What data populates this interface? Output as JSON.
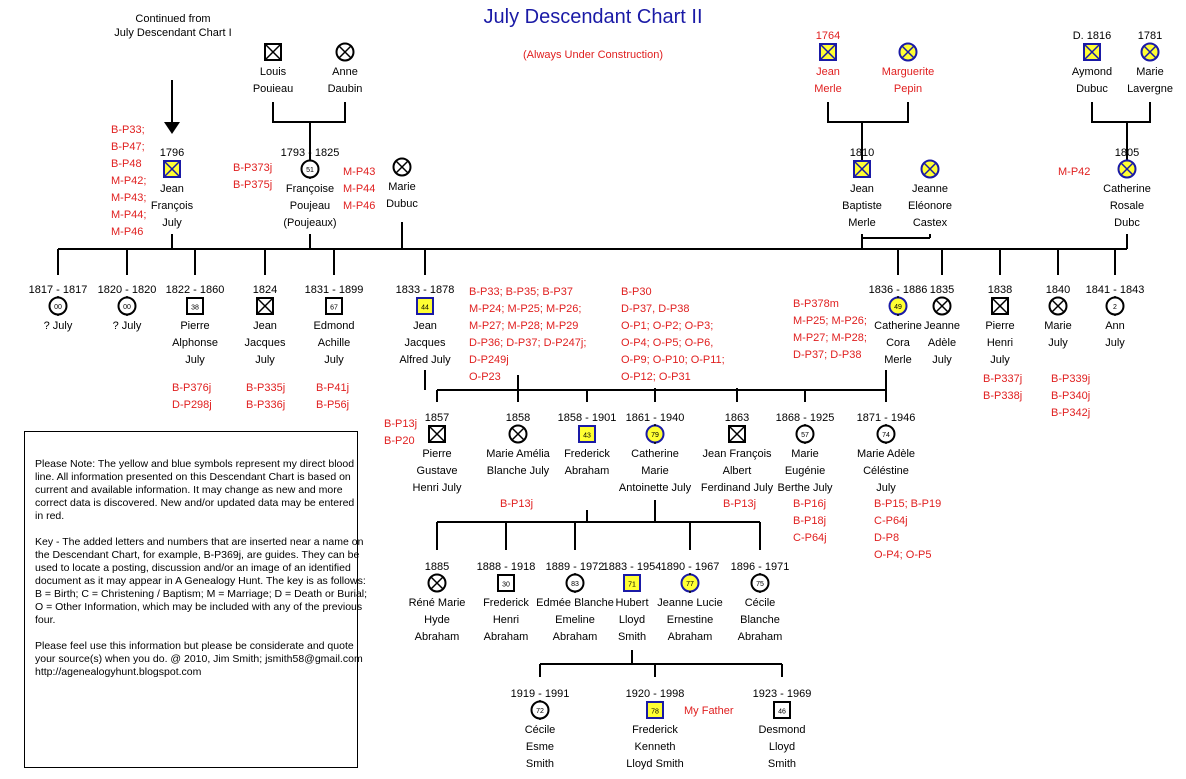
{
  "title": "July Descendant Chart II",
  "subtitle": "(Always Under Construction)",
  "continued_note": [
    "Continued from",
    "July Descendant Chart I"
  ],
  "my_father_label": "My Father",
  "colors": {
    "title": "#1a1aa6",
    "refs": "#e02020",
    "highlight": "#ffff33",
    "direct_line": "#1a1aa6"
  },
  "persons": [
    {
      "id": "louis",
      "lines": [
        "Louis",
        "Pouieau"
      ],
      "sym": "m"
    },
    {
      "id": "anne",
      "lines": [
        "Anne",
        "Daubin"
      ],
      "sym": "f"
    },
    {
      "id": "jean_merle",
      "lines": [
        "Jean",
        "Merle"
      ],
      "sym": "m",
      "hi": 1,
      "date": "1764",
      "red": 1
    },
    {
      "id": "marguerite",
      "lines": [
        "Marguerite",
        "Pepin"
      ],
      "sym": "f",
      "hi": 1,
      "red": 1
    },
    {
      "id": "aymond",
      "lines": [
        "Aymond",
        "Dubuc"
      ],
      "sym": "m",
      "hi": 1,
      "date": "D. 1816"
    },
    {
      "id": "marie_lavergne",
      "lines": [
        "Marie",
        "Lavergne"
      ],
      "sym": "f",
      "hi": 1,
      "date": "1781"
    },
    {
      "id": "jean_francois",
      "lines": [
        "Jean",
        "François",
        "July"
      ],
      "sym": "m",
      "hi": 1,
      "date": "1796"
    },
    {
      "id": "francoise",
      "lines": [
        "Françoise",
        "Poujeau",
        "(Poujeaux)"
      ],
      "sym": "f",
      "age": "51",
      "date": "1793 - 1825"
    },
    {
      "id": "marie_dubuc",
      "lines": [
        "Marie",
        "Dubuc"
      ],
      "sym": "f"
    },
    {
      "id": "jean_baptiste",
      "lines": [
        "Jean",
        "Baptiste",
        "Merle"
      ],
      "sym": "m",
      "hi": 1,
      "date": "1810"
    },
    {
      "id": "jeanne_castex",
      "lines": [
        "Jeanne",
        "Eléonore",
        "Castex"
      ],
      "sym": "f",
      "hi": 1
    },
    {
      "id": "catherine_dubc",
      "lines": [
        "Catherine",
        "Rosale",
        "Dubc"
      ],
      "sym": "f",
      "hi": 1,
      "date": "1805"
    },
    {
      "id": "c1",
      "lines": [
        "? July"
      ],
      "sym": "f",
      "age": "00",
      "date": "1817 - 1817"
    },
    {
      "id": "c2",
      "lines": [
        "? July"
      ],
      "sym": "f",
      "age": "00",
      "date": "1820 - 1820"
    },
    {
      "id": "c3",
      "lines": [
        "Pierre",
        "Alphonse",
        "July"
      ],
      "sym": "m",
      "age": "38",
      "date": "1822 - 1860"
    },
    {
      "id": "c4",
      "lines": [
        "Jean",
        "Jacques",
        "July"
      ],
      "sym": "m",
      "date": "1824"
    },
    {
      "id": "c5",
      "lines": [
        "Edmond",
        "Achille",
        "July"
      ],
      "sym": "m",
      "age": "67",
      "date": "1831 - 1899"
    },
    {
      "id": "c6",
      "lines": [
        "Jean",
        "Jacques",
        "Alfred July"
      ],
      "sym": "m",
      "hi": 1,
      "age": "44",
      "date": "1833 - 1878"
    },
    {
      "id": "c7",
      "lines": [
        "Catherine",
        "Cora",
        "Merle"
      ],
      "sym": "f",
      "hi": 1,
      "age": "49",
      "date": "1836 - 1886"
    },
    {
      "id": "c8",
      "lines": [
        "Jeanne",
        "Adèle",
        "July"
      ],
      "sym": "f",
      "date": "1835"
    },
    {
      "id": "c9",
      "lines": [
        "Pierre",
        "Henri",
        "July"
      ],
      "sym": "m",
      "date": "1838"
    },
    {
      "id": "c10",
      "lines": [
        "Marie",
        "July"
      ],
      "sym": "f",
      "date": "1840"
    },
    {
      "id": "c11",
      "lines": [
        "Ann",
        "July"
      ],
      "sym": "f",
      "age": "2",
      "date": "1841 - 1843"
    },
    {
      "id": "g1",
      "lines": [
        "Pierre",
        "Gustave",
        "Henri July"
      ],
      "sym": "m",
      "date": "1857"
    },
    {
      "id": "g2",
      "lines": [
        "Marie Amélia",
        "Blanche July"
      ],
      "sym": "f",
      "date": "1858"
    },
    {
      "id": "g3",
      "lines": [
        "Frederick",
        "Abraham"
      ],
      "sym": "m",
      "hi": 1,
      "age": "43",
      "date": "1858 - 1901"
    },
    {
      "id": "g4",
      "lines": [
        "Catherine",
        "Marie",
        "Antoinette July"
      ],
      "sym": "f",
      "hi": 1,
      "age": "79",
      "date": "1861 - 1940"
    },
    {
      "id": "g5",
      "lines": [
        "Jean François",
        "Albert",
        "Ferdinand July"
      ],
      "sym": "m",
      "date": "1863"
    },
    {
      "id": "g6",
      "lines": [
        "Marie",
        "Eugénie",
        "Berthe July"
      ],
      "sym": "f",
      "age": "57",
      "date": "1868 - 1925"
    },
    {
      "id": "g7",
      "lines": [
        "Marie Adèle",
        "Céléstine",
        "July"
      ],
      "sym": "f",
      "age": "74",
      "date": "1871 - 1946"
    },
    {
      "id": "h1",
      "lines": [
        "Réné Marie",
        "Hyde",
        "Abraham"
      ],
      "sym": "f",
      "date": "1885"
    },
    {
      "id": "h2",
      "lines": [
        "Frederick",
        "Henri",
        "Abraham"
      ],
      "sym": "m",
      "age": "30",
      "date": "1888 - 1918"
    },
    {
      "id": "h3",
      "lines": [
        "Edmée Blanche",
        "Emeline",
        "Abraham"
      ],
      "sym": "f",
      "age": "83",
      "date": "1889 - 1972"
    },
    {
      "id": "h4",
      "lines": [
        "Hubert",
        "Lloyd",
        "Smith"
      ],
      "sym": "m",
      "hi": 1,
      "age": "71",
      "date": "1883 - 1954"
    },
    {
      "id": "h5",
      "lines": [
        "Jeanne Lucie",
        "Ernestine",
        "Abraham"
      ],
      "sym": "f",
      "hi": 1,
      "age": "77",
      "date": "1890 - 1967"
    },
    {
      "id": "h6",
      "lines": [
        "Cécile",
        "Blanche",
        "Abraham"
      ],
      "sym": "f",
      "age": "75",
      "date": "1896 - 1971"
    },
    {
      "id": "i1",
      "lines": [
        "Cécile",
        "Esme",
        "Smith"
      ],
      "sym": "f",
      "age": "72",
      "date": "1919 - 1991"
    },
    {
      "id": "i2",
      "lines": [
        "Frederick",
        "Kenneth",
        "Lloyd Smith"
      ],
      "sym": "m",
      "hi": 1,
      "age": "78",
      "date": "1920 - 1998"
    },
    {
      "id": "i3",
      "lines": [
        "Desmond",
        "Lloyd",
        "Smith"
      ],
      "sym": "m",
      "age": "46",
      "date": "1923 - 1969"
    }
  ],
  "dates_extra": [
    {
      "id": "louis_anne",
      "text": "1793 - 1825"
    }
  ],
  "refs": [
    {
      "id": "r_jf",
      "lines": [
        "B-P33;",
        "B-P47;",
        "B-P48",
        "M-P42;",
        "M-P43;",
        "M-P44;",
        "M-P46"
      ]
    },
    {
      "id": "r_fp",
      "lines": [
        "B-P373j",
        "B-P375j"
      ]
    },
    {
      "id": "r_md",
      "lines": [
        "M-P43",
        "M-P44",
        "M-P46"
      ]
    },
    {
      "id": "r_cd",
      "lines": [
        "M-P42"
      ]
    },
    {
      "id": "r_c3",
      "lines": [
        "B-P376j",
        "D-P298j"
      ]
    },
    {
      "id": "r_c4",
      "lines": [
        "B-P335j",
        "B-P336j"
      ]
    },
    {
      "id": "r_c5",
      "lines": [
        "B-P41j",
        "B-P56j"
      ]
    },
    {
      "id": "r_c6a",
      "lines": [
        "B-P33; B-P35; B-P37",
        "M-P24; M-P25; M-P26;",
        "M-P27; M-P28; M-P29",
        "D-P36; D-P37; D-P247j;",
        "D-P249j",
        "O-P23"
      ]
    },
    {
      "id": "r_c6b",
      "lines": [
        "B-P30",
        "D-P37, D-P38",
        "O-P1; O-P2; O-P3;",
        "O-P4; O-P5; O-P6,",
        "O-P9; O-P10; O-P11;",
        "O-P12; O-P31"
      ]
    },
    {
      "id": "r_c7",
      "lines": [
        "B-P378m",
        "M-P25; M-P26;",
        "M-P27; M-P28;",
        "D-P37; D-P38"
      ]
    },
    {
      "id": "r_c9",
      "lines": [
        "B-P337j",
        "B-P338j"
      ]
    },
    {
      "id": "r_c10",
      "lines": [
        "B-P339j",
        "B-P340j",
        "B-P342j"
      ]
    },
    {
      "id": "r_g1",
      "lines": [
        "B-P13j",
        "B-P20"
      ]
    },
    {
      "id": "r_g2",
      "lines": [
        "B-P13j"
      ]
    },
    {
      "id": "r_g5",
      "lines": [
        "B-P13j"
      ]
    },
    {
      "id": "r_g6",
      "lines": [
        "B-P16j",
        "B-P18j",
        "C-P64j"
      ]
    },
    {
      "id": "r_g7",
      "lines": [
        "B-P15; B-P19",
        "C-P64j",
        "D-P8",
        "O-P4; O-P5"
      ]
    }
  ],
  "note": {
    "p1": [
      "Please Note: The yellow and blue symbols represent my direct blood",
      "line.  All information presented on this Descendant Chart is based on",
      "current and available information.  It may change as new and more",
      "correct data is discovered.  New and/or updated data may be entered",
      "in red."
    ],
    "p2": [
      "Key - The added letters and numbers that are inserted near a name on",
      "the Descendant Chart, for example, B-P369j, are guides.  They can be",
      "used to locate a posting, discussion and/or an image of an identified",
      "document as it may appear in A Genealogy Hunt. The key is as follows:",
      "B = Birth; C = Christening / Baptism; M = Marriage; D = Death or Burial;",
      "O = Other Information, which may be included with any of the previous",
      "four."
    ],
    "p3": [
      "Please feel use this information but please be considerate and quote",
      "your source(s) when you do.  @ 2010, Jim Smith; jsmith58@gmail.com",
      "http://agenealogyhunt.blogspot.com"
    ]
  }
}
